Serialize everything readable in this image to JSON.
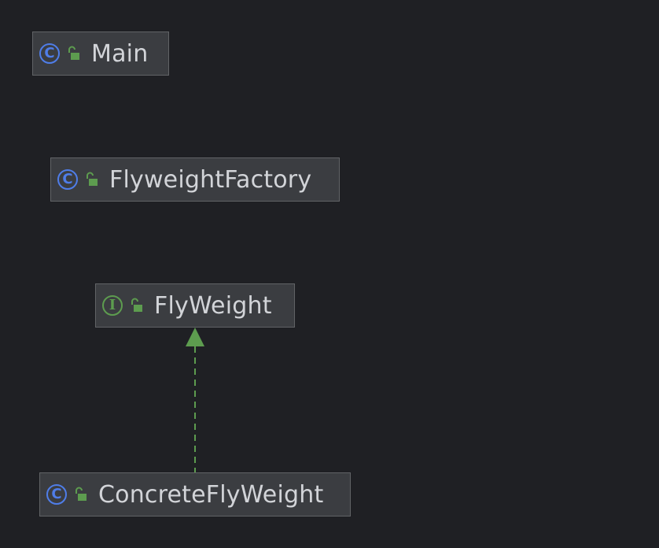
{
  "diagram": {
    "nodes": [
      {
        "id": "main",
        "kind": "class",
        "visibility": "public",
        "label": "Main",
        "kind_glyph": "C"
      },
      {
        "id": "factory",
        "kind": "class",
        "visibility": "public",
        "label": "FlyweightFactory",
        "kind_glyph": "C"
      },
      {
        "id": "flyweight",
        "kind": "interface",
        "visibility": "public",
        "label": "FlyWeight",
        "kind_glyph": "I"
      },
      {
        "id": "concrete",
        "kind": "class",
        "visibility": "public",
        "label": "ConcreteFlyWeight",
        "kind_glyph": "C"
      }
    ],
    "edges": [
      {
        "from": "concrete",
        "to": "flyweight",
        "type": "implements",
        "style": "dashed"
      }
    ]
  },
  "icons": {
    "class": "class-icon",
    "interface": "interface-icon",
    "visibility": "unlocked-padlock-icon"
  },
  "colors": {
    "background": "#1f2024",
    "node_fill": "#3b3d41",
    "node_border": "#616366",
    "class_icon": "#4f7de8",
    "interface_icon": "#5d9c4f",
    "edge": "#5d9c4f",
    "text": "#d2d4d8"
  }
}
